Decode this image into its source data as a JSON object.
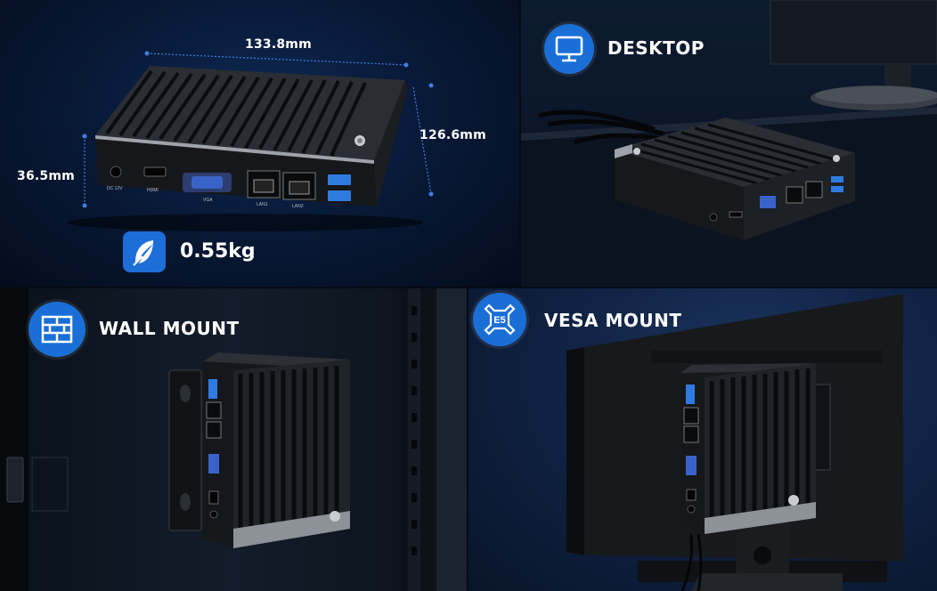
{
  "dimensions": {
    "width": "133.8mm",
    "depth": "126.6mm",
    "height": "36.5mm"
  },
  "weight": "0.55kg",
  "port_labels": {
    "dc": "DC 12V",
    "hdmi": "HDMI",
    "vga": "VGA",
    "lan1": "LAN1",
    "lan2": "LAN2"
  },
  "modes": {
    "desktop": "DESKTOP",
    "wall": "WALL MOUNT",
    "vesa": "VESA MOUNT"
  },
  "vesa_icon_text": "E5",
  "icons": {
    "weight": "feather-icon",
    "desktop": "monitor-icon",
    "wall": "brick-wall-icon",
    "vesa": "vesa-bracket-icon"
  },
  "colors": {
    "accent_blue": "#1a6fd6",
    "usb_blue": "#2f7be0"
  }
}
